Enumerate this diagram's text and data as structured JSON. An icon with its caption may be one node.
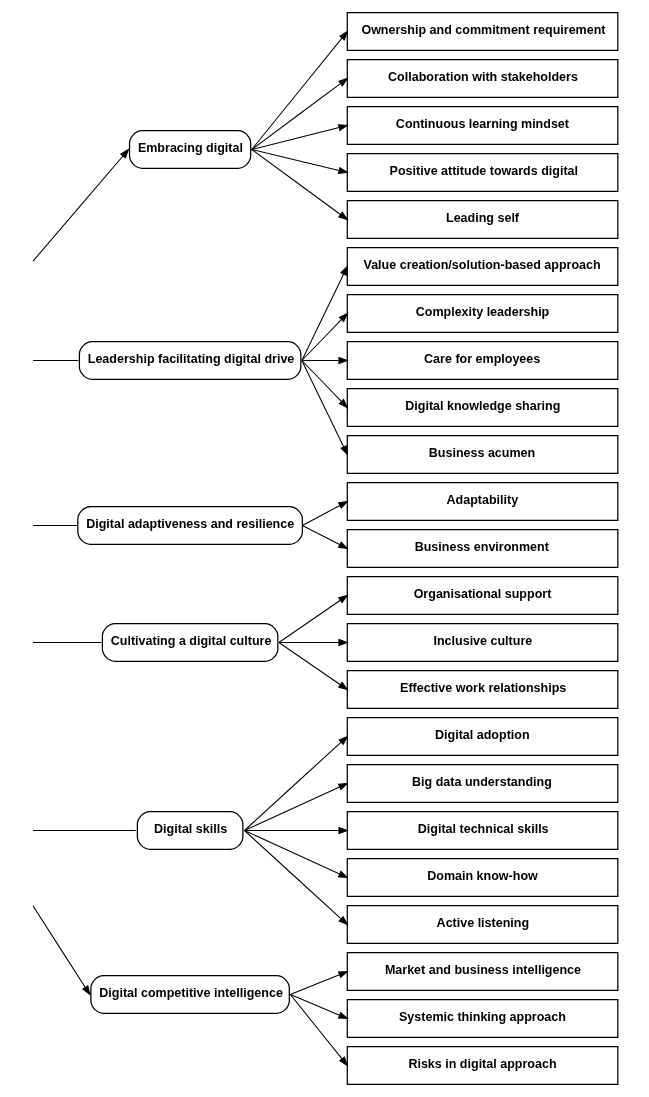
{
  "diagram": {
    "nodes": [
      {
        "text": [
          "Embracing digital"
        ]
      },
      {
        "text": [
          "Ownership and commitment requirement"
        ]
      },
      {
        "text": [
          "Collaboration with stakeholders"
        ]
      },
      {
        "text": [
          "Continuous learning mindset"
        ]
      },
      {
        "text": [
          "Positive attitude towards digital"
        ]
      },
      {
        "text": [
          "Leading self"
        ]
      },
      {
        "text": [
          "Leadership facilitating digital drive"
        ]
      },
      {
        "text": [
          "Value creation/solution-based approach"
        ]
      },
      {
        "text": [
          "Complexity leadership"
        ]
      },
      {
        "text": [
          "Care for employees"
        ]
      },
      {
        "text": [
          "Digital knowledge sharing"
        ]
      },
      {
        "text": [
          "Business acumen"
        ]
      },
      {
        "text": [
          "Digital adaptiveness and resilience"
        ]
      },
      {
        "text": [
          "Adaptability"
        ]
      },
      {
        "text": [
          "Business environment"
        ]
      },
      {
        "text": [
          "Cultivating a digital culture"
        ]
      },
      {
        "text": [
          "Organisational support"
        ]
      },
      {
        "text": [
          "Inclusive culture"
        ]
      },
      {
        "text": [
          "Effective work relationships"
        ]
      },
      {
        "text": [
          "Digital skills"
        ]
      },
      {
        "text": [
          "Digital adoption"
        ]
      },
      {
        "text": [
          "Big data understanding"
        ]
      },
      {
        "text": [
          "Digital technical skills"
        ]
      },
      {
        "text": [
          "Domain know-how"
        ]
      },
      {
        "text": [
          "Active listening"
        ]
      },
      {
        "text": [
          "Digital competitive intelligence"
        ]
      },
      {
        "text": [
          "Market and business intelligence"
        ]
      },
      {
        "text": [
          "Systemic thinking approach"
        ]
      },
      {
        "text": [
          "Risks in digital approach"
        ]
      }
    ],
    "edges": [
      {
        "from": null,
        "to": 0,
        "arrow": "to"
      },
      {
        "from": 0,
        "to": 1,
        "arrow": "to"
      },
      {
        "from": 0,
        "to": 2,
        "arrow": "to"
      },
      {
        "from": 0,
        "to": 3,
        "arrow": "to"
      },
      {
        "from": 0,
        "to": 4,
        "arrow": "to"
      },
      {
        "from": 0,
        "to": 5,
        "arrow": "to"
      },
      {
        "from": null,
        "to": 6,
        "arrow": "none"
      },
      {
        "from": 6,
        "to": 7,
        "arrow": "to"
      },
      {
        "from": 6,
        "to": 8,
        "arrow": "to"
      },
      {
        "from": 6,
        "to": 9,
        "arrow": "to"
      },
      {
        "from": 6,
        "to": 10,
        "arrow": "to"
      },
      {
        "from": 6,
        "to": 11,
        "arrow": "to"
      },
      {
        "from": null,
        "to": 12,
        "arrow": "none"
      },
      {
        "from": 12,
        "to": 13,
        "arrow": "to"
      },
      {
        "from": 12,
        "to": 14,
        "arrow": "to"
      },
      {
        "from": null,
        "to": 15,
        "arrow": "none"
      },
      {
        "from": 15,
        "to": 16,
        "arrow": "to"
      },
      {
        "from": 15,
        "to": 17,
        "arrow": "to"
      },
      {
        "from": 15,
        "to": 18,
        "arrow": "to"
      },
      {
        "from": null,
        "to": 19,
        "arrow": "none"
      },
      {
        "from": 19,
        "to": 20,
        "arrow": "to"
      },
      {
        "from": 19,
        "to": 21,
        "arrow": "to"
      },
      {
        "from": 19,
        "to": 22,
        "arrow": "to"
      },
      {
        "from": 19,
        "to": 23,
        "arrow": "to"
      },
      {
        "from": 19,
        "to": 24,
        "arrow": "to"
      },
      {
        "from": null,
        "to": 25,
        "arrow": "to"
      },
      {
        "from": 25,
        "to": 26,
        "arrow": "to"
      },
      {
        "from": 25,
        "to": 27,
        "arrow": "to"
      },
      {
        "from": 25,
        "to": 28,
        "arrow": "to"
      }
    ]
  }
}
